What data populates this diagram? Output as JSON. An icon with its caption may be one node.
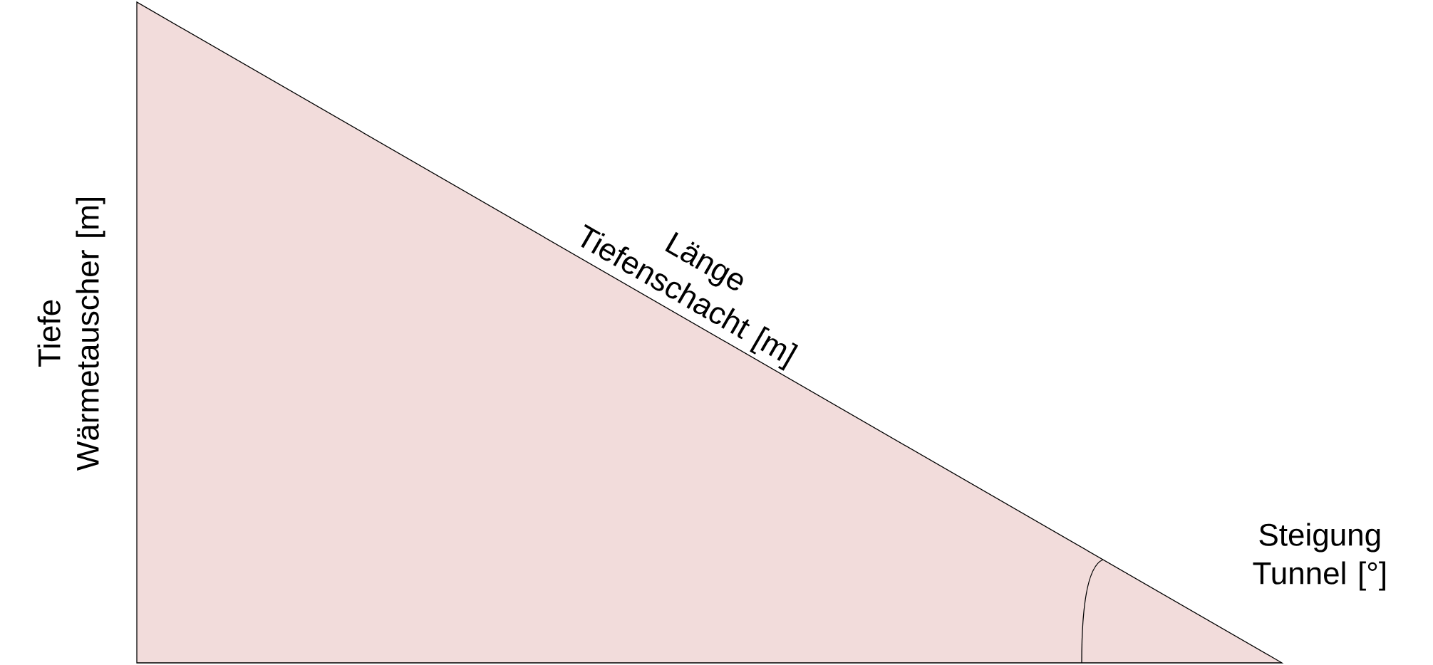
{
  "diagram": {
    "labels": [
      "Tiefe Wärmetauscher [m]",
      "Länge Tiefenschacht [m]",
      "Steigung Tunnel [°]"
    ]
  }
}
